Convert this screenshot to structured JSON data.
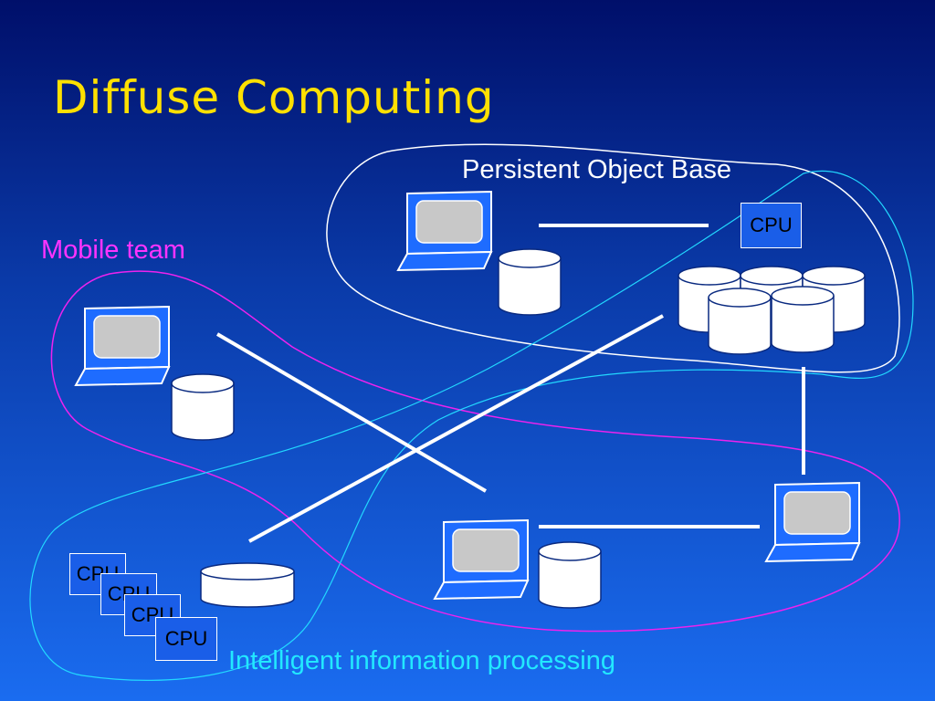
{
  "title": "Diffuse Computing",
  "labels": {
    "persistent_object_base": "Persistent Object Base",
    "mobile_team": "Mobile team",
    "intelligent_processing": "Intelligent information processing"
  },
  "cpu_label": "CPU",
  "colors": {
    "title": "#ffe000",
    "mobile_team": "#ff33ff",
    "intelligent_processing": "#22e8ff",
    "persistent_object_base": "#ffffff"
  }
}
